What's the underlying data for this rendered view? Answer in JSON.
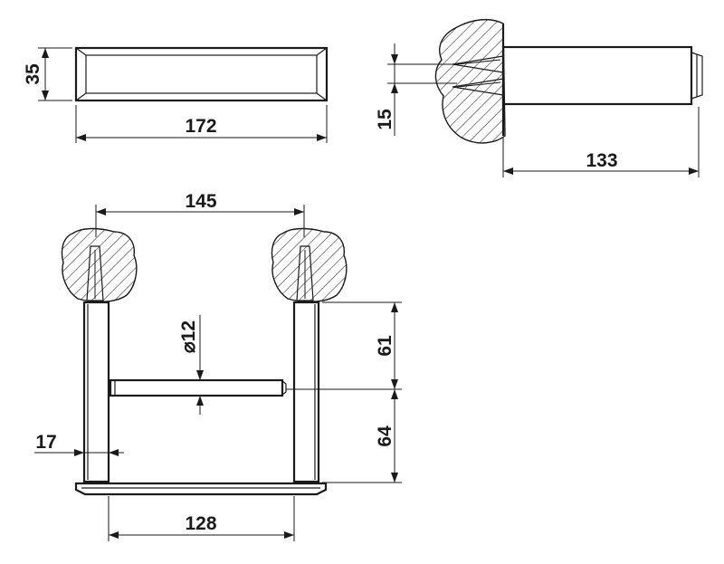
{
  "dimensions": {
    "height_35": "35",
    "length_172": "172",
    "spacing_15": "15",
    "projection_133": "133",
    "span_145": "145",
    "upper_61": "61",
    "lower_64": "64",
    "wall_17": "17",
    "inner_128": "128",
    "diameter_12": "⌀12"
  },
  "colors": {
    "ink": "#1a1a1a",
    "paper": "#ffffff"
  }
}
